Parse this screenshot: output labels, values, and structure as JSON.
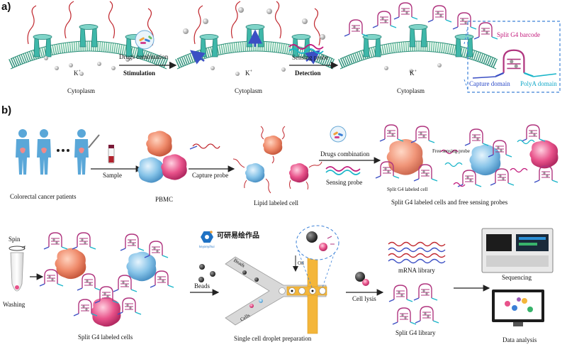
{
  "panel_a": {
    "letter": "a)",
    "ion": "K",
    "ion_charge": "+",
    "cytoplasm": "Cytoplasm",
    "drugs_combination": "Drugs combination",
    "stimulation": "Stimulation",
    "sensing_probe": "Sensing probe",
    "detection": "Detection",
    "inset": {
      "barcode": "Split G4 barcode",
      "capture_domain": "Capture domain",
      "polya_domain": "PolyA domain"
    }
  },
  "panel_b": {
    "letter": "b)",
    "patients": "Colorectal cancer patients",
    "sample": "Sample",
    "pbmc": "PBMC",
    "capture_probe": "Capture probe",
    "lipid_labeled_cell": "Lipid labeled cell",
    "drugs_combination": "Drugs combination",
    "sensing_probe": "Sensing probe",
    "free_sensing_probe": "Free sensing probe",
    "split_g4_labeled_cell": "Split G4 labeled cell",
    "split_g4_cells_and_free_probes": "Split G4 labeled cells and free sensing probes",
    "spin": "Spin",
    "washing": "Washing",
    "split_g4_labeled_cells": "Split G4 labeled cells",
    "brand_name": "可研易绘作品",
    "brand_logo_text": "keyanyihui",
    "beads": "Beads",
    "beads_channel": "Beads",
    "cells_channel": "Cells",
    "oil": "Oil",
    "droplet_prep": "Single cell droplet preparation",
    "cell_lysis": "Cell lysis",
    "mrna_library": "mRNA  library",
    "split_g4_library": "Split G4 library",
    "sequencing": "Sequencing",
    "data_analysis": "Data analysis"
  },
  "colors": {
    "membrane": "#2f9e8f",
    "channel": "#3fb7a9",
    "probe_red": "#c0262d",
    "g4_magenta": "#b0357f",
    "capture_blue": "#3b4fc4",
    "polya_cyan": "#19b5c9",
    "cell_orange": "#ef8a6a",
    "cell_blue": "#86c3e8",
    "cell_pink": "#e8528a",
    "chip_yellow": "#f4b63a",
    "dashed_box": "#3d82d8"
  }
}
